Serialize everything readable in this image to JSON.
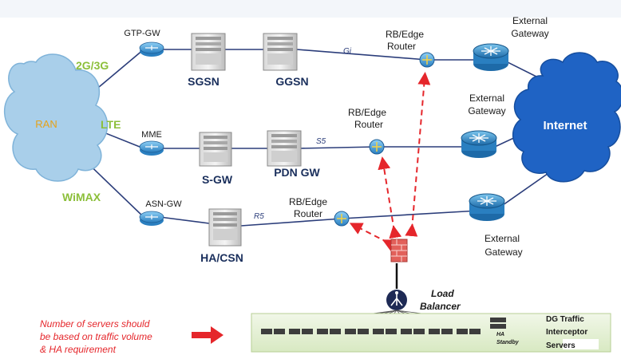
{
  "access": {
    "ran": "RAN",
    "tech_2g3g": "2G/3G",
    "tech_lte": "LTE",
    "tech_wimax": "WiMAX"
  },
  "gateways": {
    "gtp_gw": "GTP-GW",
    "mme": "MME",
    "asn_gw": "ASN-GW"
  },
  "servers": {
    "sgsn": "SGSN",
    "ggsn": "GGSN",
    "sgw": "S-GW",
    "pdn_gw": "PDN GW",
    "ha_csn": "HA/CSN"
  },
  "interfaces": {
    "gi": "Gi",
    "s5": "S5",
    "r5": "R5"
  },
  "edge_router": {
    "line1": "RB/Edge",
    "line2": "Router"
  },
  "external_gateway": {
    "line1": "External",
    "line2": "Gateway"
  },
  "internet": "Internet",
  "load_balancer": {
    "line1": "Load",
    "line2": "Balancer"
  },
  "interceptor": {
    "line1": "DG Traffic",
    "line2": "Interceptor",
    "line3": "Servers",
    "ha_line1": "HA",
    "ha_line2": "Standby"
  },
  "note": {
    "line1": "Number of servers should",
    "line2": "be based on traffic volume",
    "line3": "& HA requirement"
  },
  "colors": {
    "cloud_ran": "#a9cfea",
    "cloud_internet": "#1f63c4",
    "access_text": "#8cbf3a",
    "link_line": "#2b3d7a",
    "router_blue": "#3a9bd6",
    "red_arrow": "#e5262b",
    "server_band": "#e8f2d9"
  }
}
